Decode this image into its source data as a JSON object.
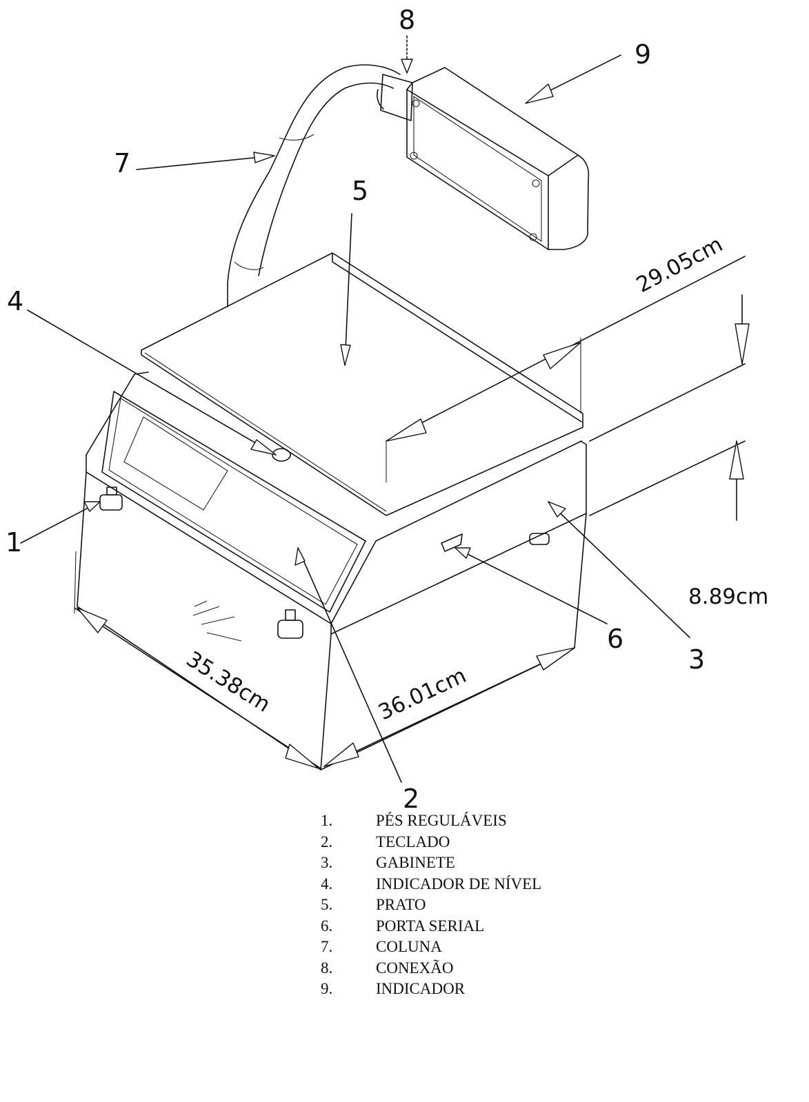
{
  "callouts": [
    "1",
    "2",
    "3",
    "4",
    "5",
    "6",
    "7",
    "8",
    "9"
  ],
  "dimensions": {
    "width_depth": "35.38cm",
    "width_front": "36.01cm",
    "platter": "29.05cm",
    "height": "8.89cm"
  },
  "legend": [
    {
      "num": "1.",
      "label": "PÉS REGULÁVEIS"
    },
    {
      "num": "2.",
      "label": "TECLADO"
    },
    {
      "num": "3.",
      "label": "GABINETE"
    },
    {
      "num": "4.",
      "label": "INDICADOR DE NÍVEL"
    },
    {
      "num": "5.",
      "label": "PRATO"
    },
    {
      "num": "6.",
      "label": "PORTA SERIAL"
    },
    {
      "num": "7.",
      "label": "COLUNA"
    },
    {
      "num": "8.",
      "label": "CONEXÃO"
    },
    {
      "num": "9.",
      "label": "INDICADOR"
    }
  ]
}
